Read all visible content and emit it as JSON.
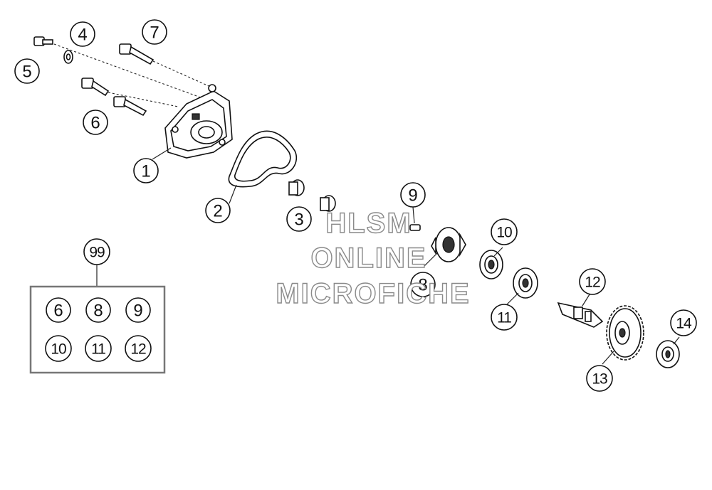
{
  "callouts": [
    {
      "id": "c1",
      "label": "1"
    },
    {
      "id": "c2",
      "label": "2"
    },
    {
      "id": "c3",
      "label": "3"
    },
    {
      "id": "c4",
      "label": "4"
    },
    {
      "id": "c5",
      "label": "5"
    },
    {
      "id": "c6",
      "label": "6"
    },
    {
      "id": "c7",
      "label": "7"
    },
    {
      "id": "c8",
      "label": "8"
    },
    {
      "id": "c9",
      "label": "9"
    },
    {
      "id": "c10",
      "label": "10"
    },
    {
      "id": "c11",
      "label": "11"
    },
    {
      "id": "c12",
      "label": "12"
    },
    {
      "id": "c13",
      "label": "13"
    },
    {
      "id": "c14",
      "label": "14"
    }
  ],
  "kit": {
    "label": "99",
    "items": [
      "6",
      "8",
      "9",
      "10",
      "11",
      "12"
    ]
  },
  "watermark": {
    "line1": "HLSM",
    "line2": "ONLINE",
    "line3": "MICROFICHE"
  }
}
